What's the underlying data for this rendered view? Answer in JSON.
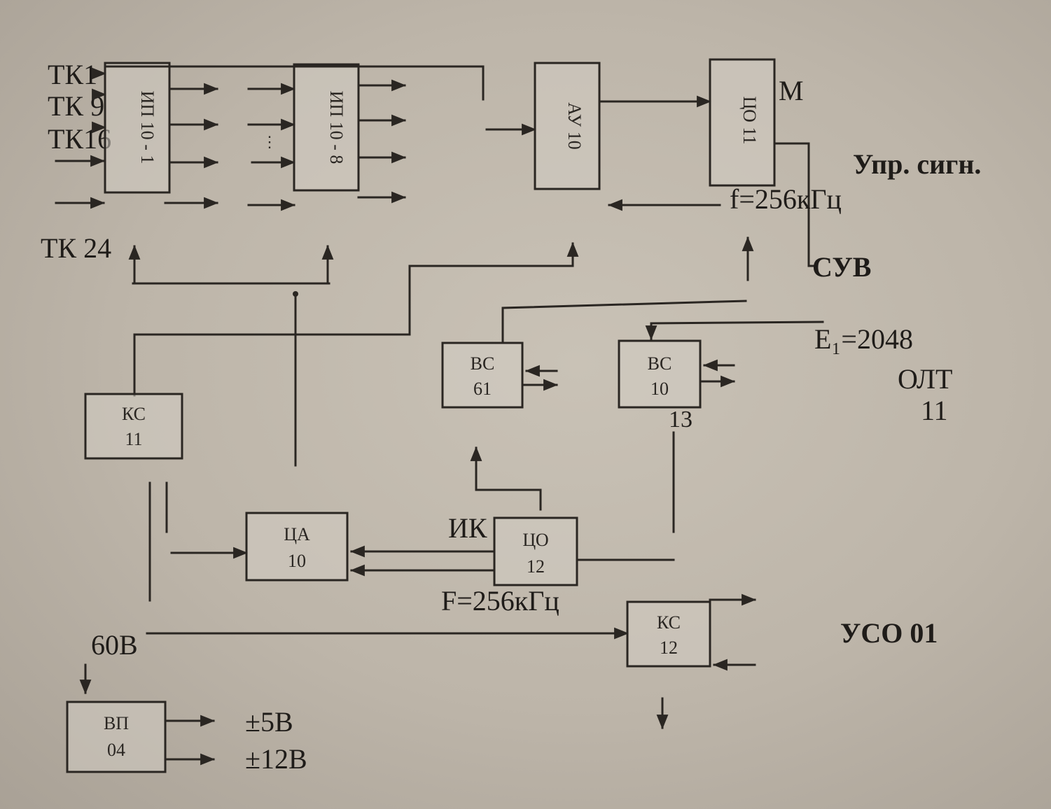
{
  "inputs": {
    "tk1": "ТК1",
    "tk9": "ТК 9",
    "tk16": "ТК16",
    "tk24": "ТК 24"
  },
  "blocks": {
    "ip1": "ИП 10 - 1",
    "ip8": "ИП 10 - 8",
    "au10": "АУ 10",
    "tso11": "ЦО 11",
    "vs61": [
      "ВС",
      "61"
    ],
    "vs10": [
      "ВС",
      "10"
    ],
    "ks11": [
      "КС",
      "11"
    ],
    "tsa10": [
      "ЦА",
      "10"
    ],
    "tso12": [
      "ЦО",
      "12"
    ],
    "ks12": [
      "КС",
      "12"
    ],
    "vp04": [
      "ВП",
      "04"
    ]
  },
  "labels": {
    "m": "М",
    "upr": "Упр. сигн.",
    "f_top": "f=256кГц",
    "suv": "СУВ",
    "e1": "Е₁=2048",
    "olt": "ОЛТ",
    "olt_num": "11",
    "n13": "13",
    "ik": "ИК",
    "f_bottom": "F=256кГц",
    "v60": "60В",
    "uso": "УСО 01",
    "p5": "±5В",
    "p12": "±12В"
  }
}
